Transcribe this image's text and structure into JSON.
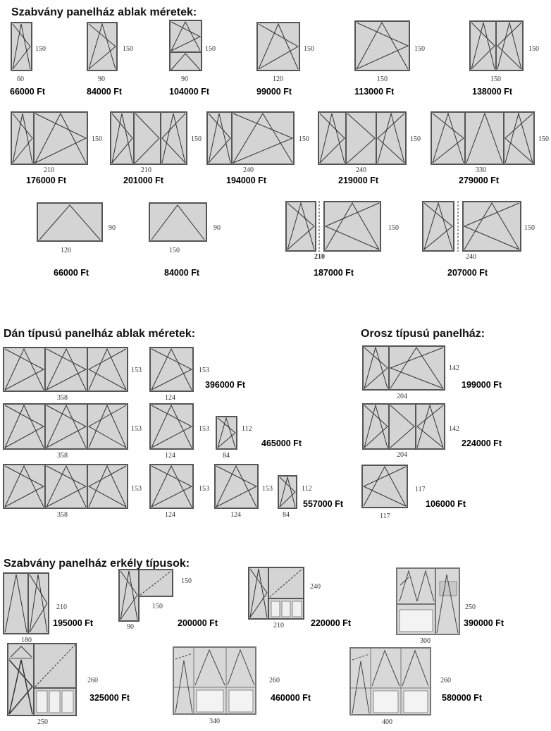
{
  "sections": {
    "standard": "Szabvány panelház ablak méretek:",
    "danish": "Dán típusú panelház ablak méretek:",
    "russian": "Orosz típusú panelház:",
    "balcony": "Szabvány panelház erkély típusok:"
  },
  "items": [
    {
      "id": "s1",
      "w_label": "60",
      "h_label": "150",
      "price": "66000 Ft"
    },
    {
      "id": "s2",
      "w_label": "90",
      "h_label": "150",
      "price": "84000 Ft"
    },
    {
      "id": "s3",
      "w_label": "90",
      "h_label": "150",
      "price": "104000 Ft"
    },
    {
      "id": "s4",
      "w_label": "120",
      "h_label": "150",
      "price": "99000 Ft"
    },
    {
      "id": "s5",
      "w_label": "150",
      "h_label": "150",
      "price": "113000 Ft"
    },
    {
      "id": "s6",
      "w_label": "150",
      "h_label": "150",
      "price": "138000 Ft"
    },
    {
      "id": "s7",
      "w_label": "210",
      "h_label": "150",
      "price": "176000 Ft"
    },
    {
      "id": "s8",
      "w_label": "210",
      "h_label": "150",
      "price": "201000 Ft"
    },
    {
      "id": "s9",
      "w_label": "240",
      "h_label": "150",
      "price": "194000 Ft"
    },
    {
      "id": "s10",
      "w_label": "240",
      "h_label": "150",
      "price": "219000 Ft"
    },
    {
      "id": "s11",
      "w_label": "330",
      "h_label": "150",
      "price": "279000 Ft"
    },
    {
      "id": "s12",
      "w_label": "120",
      "h_label": "90",
      "price": "66000 Ft"
    },
    {
      "id": "s13",
      "w_label": "150",
      "h_label": "90",
      "price": "84000 Ft"
    },
    {
      "id": "s14",
      "w_label": "210",
      "h_label": "150",
      "price": "187000 Ft"
    },
    {
      "id": "s15",
      "w_label": "240",
      "h_label": "150",
      "price": "207000 Ft"
    }
  ],
  "danish_rows": [
    {
      "big_w": "358",
      "big_h": "153",
      "mid_w": "124",
      "mid_h": "153",
      "price": "396000 Ft"
    },
    {
      "big_w": "358",
      "big_h": "153",
      "mid_w": "124",
      "mid_h": "153",
      "small_w": "84",
      "small_h": "112",
      "price": "465000 Ft"
    },
    {
      "big_w": "358",
      "big_h": "153",
      "mid_w": "124",
      "mid_h": "153",
      "mid2_w": "124",
      "mid2_h": "153",
      "small_w": "84",
      "small_h": "112",
      "price": "557000 Ft"
    }
  ],
  "russian_rows": [
    {
      "w_label": "204",
      "h_label": "142",
      "price": "199000 Ft"
    },
    {
      "w_label": "204",
      "h_label": "142",
      "price": "224000 Ft"
    },
    {
      "w_label": "117",
      "h_label": "117",
      "price": "106000 Ft"
    }
  ],
  "balcony": [
    {
      "id": "b1",
      "w_label": "180",
      "h_label": "210",
      "price": "195000 Ft"
    },
    {
      "id": "b2",
      "w_label": "90",
      "h_label": "150",
      "w2_label": "150",
      "price": "200000 Ft"
    },
    {
      "id": "b3",
      "w_label": "210",
      "h_label": "240",
      "price": "220000 Ft"
    },
    {
      "id": "b4",
      "w_label": "300",
      "h_label": "250",
      "price": "390000 Ft"
    },
    {
      "id": "b5",
      "w_label": "250",
      "h_label": "260",
      "price": "325000 Ft"
    },
    {
      "id": "b6",
      "w_label": "340",
      "h_label": "260",
      "price": "460000 Ft"
    },
    {
      "id": "b7",
      "w_label": "400",
      "h_label": "260",
      "price": "580000 Ft"
    }
  ]
}
